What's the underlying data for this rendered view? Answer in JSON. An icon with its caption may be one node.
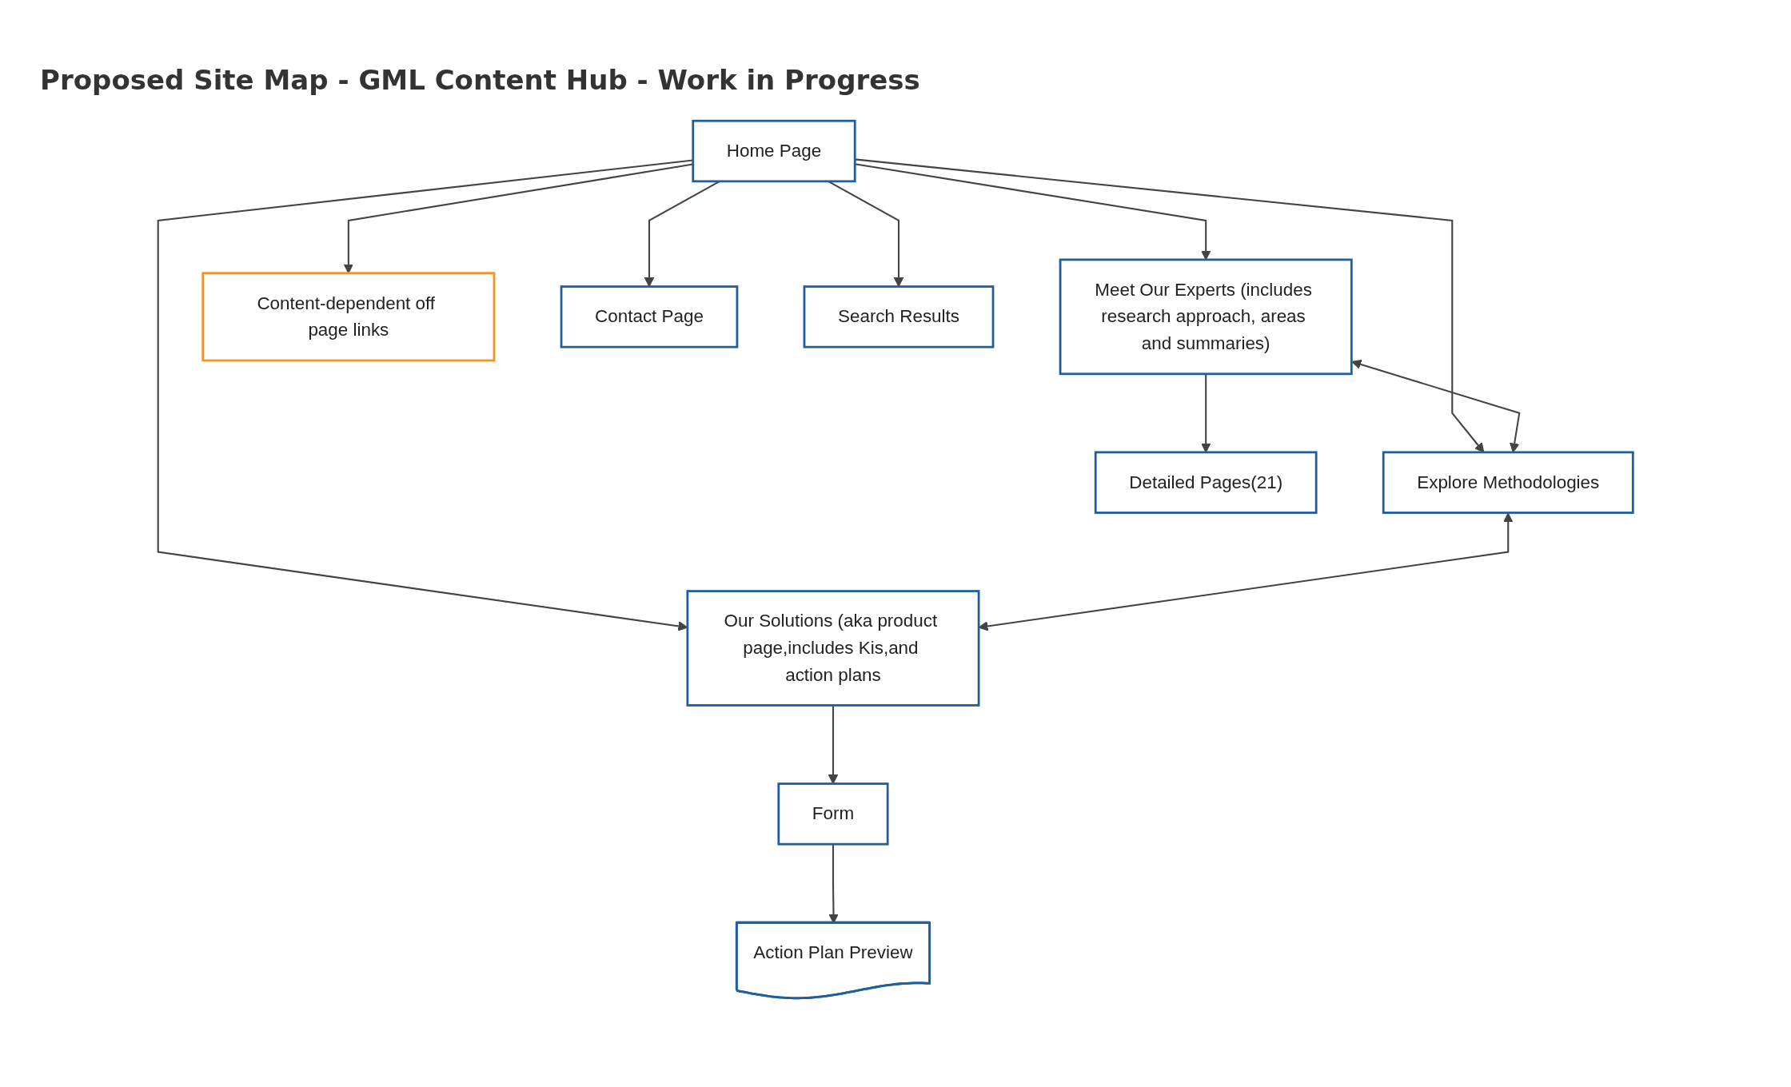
{
  "diagram": {
    "title": "Proposed Site Map - GML Content Hub - Work in Progress",
    "nodes": [
      {
        "text": [
          "Home Page"
        ]
      },
      {
        "text": [
          "Meet Our Experts (includes research approach, areas and summaries)"
        ]
      },
      {
        "text": [
          "Explore Methodologies"
        ]
      },
      {
        "text": [
          "Our Solutions (aka product page,includes Kis,and action plans"
        ]
      },
      {
        "text": [
          "Content-dependent off page links"
        ]
      },
      {
        "text": [
          "Contact Page"
        ]
      },
      {
        "text": [
          "Search Results"
        ]
      },
      {
        "text": [
          "Detailed Pages(21)"
        ]
      },
      {
        "text": [
          "Form"
        ]
      },
      {
        "text": [
          "Action Plan Preview"
        ]
      }
    ],
    "edges": [
      {
        "from": 0,
        "to": 1,
        "arrow": "to"
      },
      {
        "from": 0,
        "to": 2,
        "arrow": "to"
      },
      {
        "from": 0,
        "to": 3,
        "arrow": "to"
      },
      {
        "from": 0,
        "to": 4,
        "arrow": "to"
      },
      {
        "from": 0,
        "to": 5,
        "arrow": "to"
      },
      {
        "from": 0,
        "to": 6,
        "arrow": "to"
      },
      {
        "from": 1,
        "to": 2,
        "arrow": "both"
      },
      {
        "from": 2,
        "to": 3,
        "arrow": "both"
      },
      {
        "from": 1,
        "to": 7,
        "arrow": "to"
      },
      {
        "from": 3,
        "to": 8,
        "arrow": "to"
      },
      {
        "from": 8,
        "to": 9,
        "arrow": "to"
      }
    ]
  }
}
